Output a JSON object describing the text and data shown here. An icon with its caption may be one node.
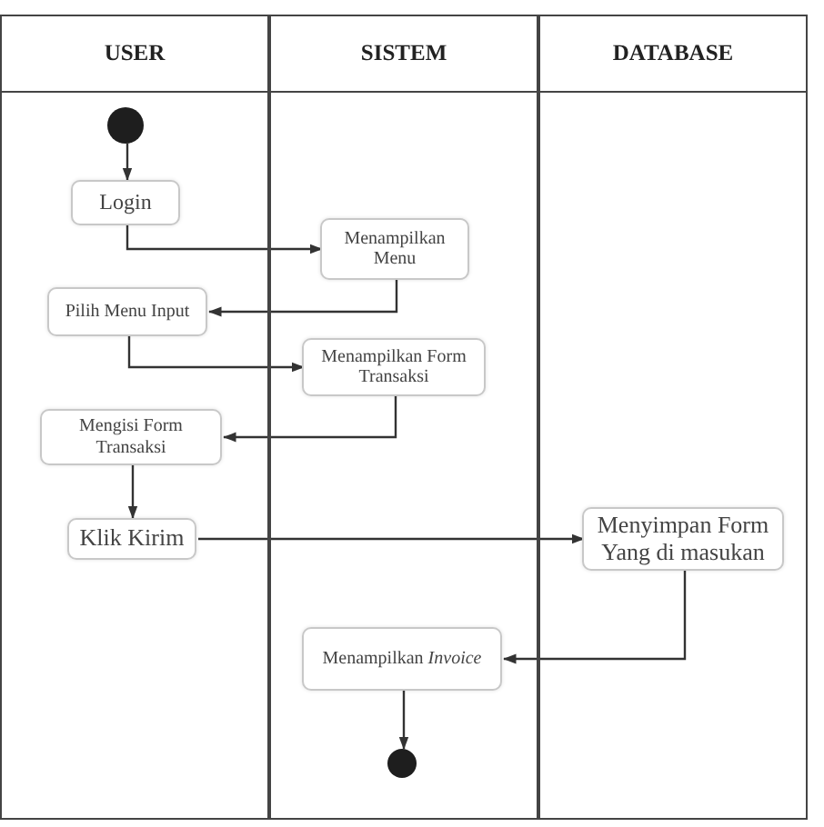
{
  "diagram": {
    "nodes": [
      {
        "text": [
          "USER"
        ]
      },
      {
        "text": [
          "SISTEM"
        ]
      },
      {
        "text": [
          "DATABASE"
        ]
      },
      {
        "text": [],
        "shape": "circle",
        "in": 0
      },
      {
        "text": [
          "Login"
        ],
        "in": 0
      },
      {
        "text": [
          "Menampilkan Menu"
        ],
        "in": 1
      },
      {
        "text": [
          "Pilih Menu Input"
        ],
        "in": 0
      },
      {
        "text": [
          "Menampilkan Form Transaksi"
        ],
        "in": 1
      },
      {
        "text": [
          "Mengisi Form Transaksi"
        ],
        "in": 0
      },
      {
        "text": [
          "Klik Kirim"
        ],
        "in": 0
      },
      {
        "text": [
          "Menyimpan Form Yang di masukan"
        ],
        "in": 2
      },
      {
        "text": [
          "Menampilkan *Invoice*"
        ],
        "in": 1
      },
      {
        "text": [],
        "shape": "circle",
        "in": 1
      }
    ],
    "edges": [
      {
        "from": 3,
        "to": 4,
        "arrow": "to"
      },
      {
        "from": 4,
        "to": 5,
        "arrow": "to"
      },
      {
        "from": 5,
        "to": 6,
        "arrow": "to"
      },
      {
        "from": 6,
        "to": 7,
        "arrow": "to"
      },
      {
        "from": 7,
        "to": 8,
        "arrow": "to"
      },
      {
        "from": 8,
        "to": 9,
        "arrow": "to"
      },
      {
        "from": 9,
        "to": 10,
        "arrow": "to"
      },
      {
        "from": 10,
        "to": 11,
        "arrow": "to"
      },
      {
        "from": 11,
        "to": 12,
        "arrow": "to"
      }
    ]
  }
}
